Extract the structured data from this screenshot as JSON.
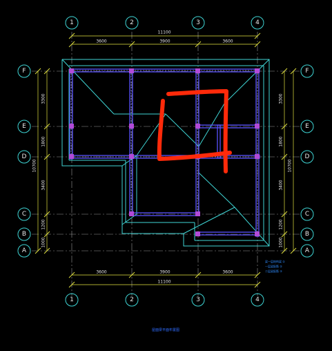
{
  "grid_columns": [
    "1",
    "2",
    "3",
    "4"
  ],
  "grid_rows": [
    "F",
    "E",
    "D",
    "C",
    "B",
    "A"
  ],
  "dims_horizontal": {
    "total": "11100",
    "segments": [
      "3600",
      "3900",
      "3600"
    ]
  },
  "dims_vertical": {
    "total": "10700",
    "segments": [
      "3300",
      "1800",
      "3400",
      "1200",
      "1000"
    ]
  },
  "notes": [
    "梁一层结构梁 ①",
    "一层梁配筋 ②",
    "二层梁配筋 ③"
  ],
  "caption": "屋面梁平面布置图",
  "colors": {
    "grid_bubble": "#3fd6d6",
    "dimension": "#e6e640",
    "beam": "#5a52ff",
    "column": "#b24ad8",
    "markup": "#ff2a0a"
  }
}
